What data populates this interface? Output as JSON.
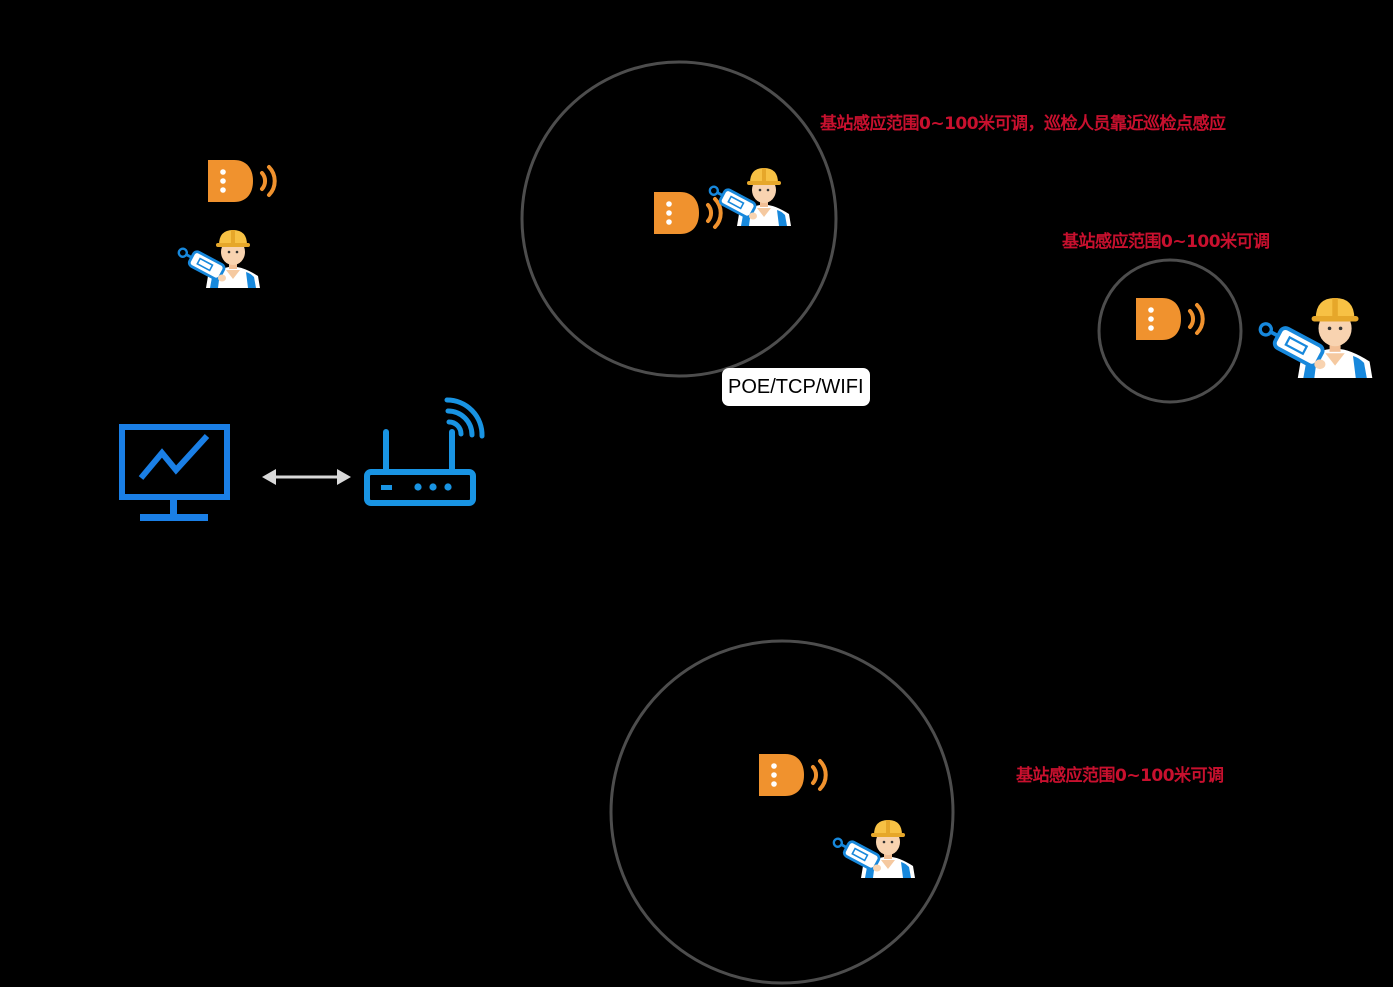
{
  "colors": {
    "background": "#000000",
    "range_label": "#c8102e",
    "circle_stroke": "#4d4d4d",
    "beacon_orange": "#f0922e",
    "device_blue": "#1a7fe6",
    "router_blue": "#1994e3",
    "arrow_gray": "#d9d9d9",
    "helmet_yellow": "#f7c144",
    "tag_blue": "#1788dc"
  },
  "range_labels": {
    "top": "基站感应范围0~100米可调，巡检人员靠近巡检点感应",
    "right": "基站感应范围0~100米可调",
    "bottom": "基站感应范围0~100米可调"
  },
  "connection": {
    "label": "POE/TCP/WIFI"
  },
  "icons": {
    "monitor": "monitor-chart-icon",
    "router": "wifi-router-icon",
    "beacon": "beacon-signal-icon",
    "inspector": "inspector-worker-icon",
    "arrow": "double-arrow-icon"
  }
}
